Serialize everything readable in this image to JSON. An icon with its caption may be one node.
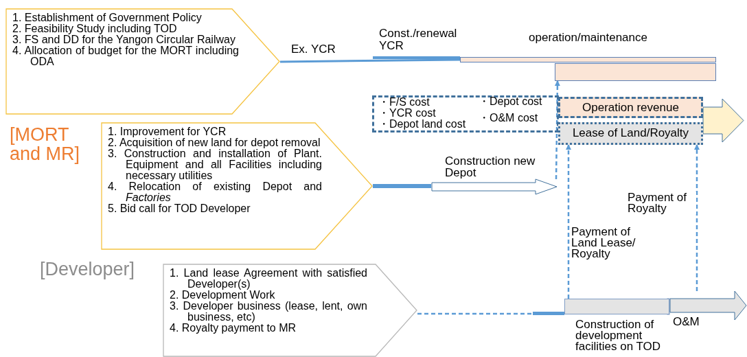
{
  "diagram": {
    "nodes": [
      {
        "text": [
          "1. Establishment of Government Policy",
          "2. Feasibility Study including TOD",
          "3. FS and DD for the Yangon Circular Railway",
          "4. Allocation of budget for the MORT including ODA"
        ]
      },
      {
        "text": [
          "1. Improvement for YCR",
          "2. Acquisition of new land for depot removal",
          "3. Construction and installation of Plant. Equipment and all Facilities including necessary utilities",
          "4. Relocation of existing Depot and *Factories*",
          "5. Bid call for TOD Developer"
        ]
      },
      {
        "text": [
          "1. Land lease Agreement with satisfied Developer(s)",
          "2. Development Work",
          "3. Developer business (lease, lent, own business, etc)",
          "4. Royalty payment to MR"
        ]
      },
      {
        "text": [
          "operation/maintenance"
        ]
      },
      {
        "text": [],
        "shape": "bar"
      },
      {
        "text": [
          "・F/S cost",
          "・YCR cost",
          "・Depot land cost",
          "・Depot cost",
          "・O&M cost"
        ]
      },
      {
        "text": [
          "Operation revenue"
        ]
      },
      {
        "text": [
          "Lease of Land/Royalty"
        ]
      },
      {
        "text": [
          "Construction new Depot"
        ]
      },
      {
        "text": [],
        "shape": "bar",
        "beside": [
          "Construction of development facilities on TOD"
        ]
      },
      {
        "text": [],
        "shape": "arrow",
        "beside": [
          "O&M"
        ]
      }
    ],
    "edges": [
      {
        "from": 0,
        "to": 3,
        "arrow": "none",
        "label": "Ex. YCR"
      },
      {
        "from": 1,
        "to": 8,
        "arrow": "none",
        "style": "thick"
      },
      {
        "from": 8,
        "to": 4,
        "arrow": "to",
        "style": "dashed"
      },
      {
        "from": 2,
        "to": 9,
        "arrow": "none",
        "style": "dashed"
      },
      {
        "from": 9,
        "to": 7,
        "arrow": "to",
        "style": "dashed",
        "label": "Payment of Land Lease/ Royalty"
      },
      {
        "from": 10,
        "to": 7,
        "arrow": "to",
        "style": "dashed",
        "label": "Payment of Royalty"
      },
      {
        "from": 6,
        "to": null,
        "arrow": "to",
        "style": "thick"
      },
      {
        "from": 7,
        "to": null,
        "arrow": "to",
        "style": "thick"
      }
    ],
    "labels": [
      "Const./renewal YCR",
      "[MORT and MR]",
      "[Developer]"
    ]
  }
}
